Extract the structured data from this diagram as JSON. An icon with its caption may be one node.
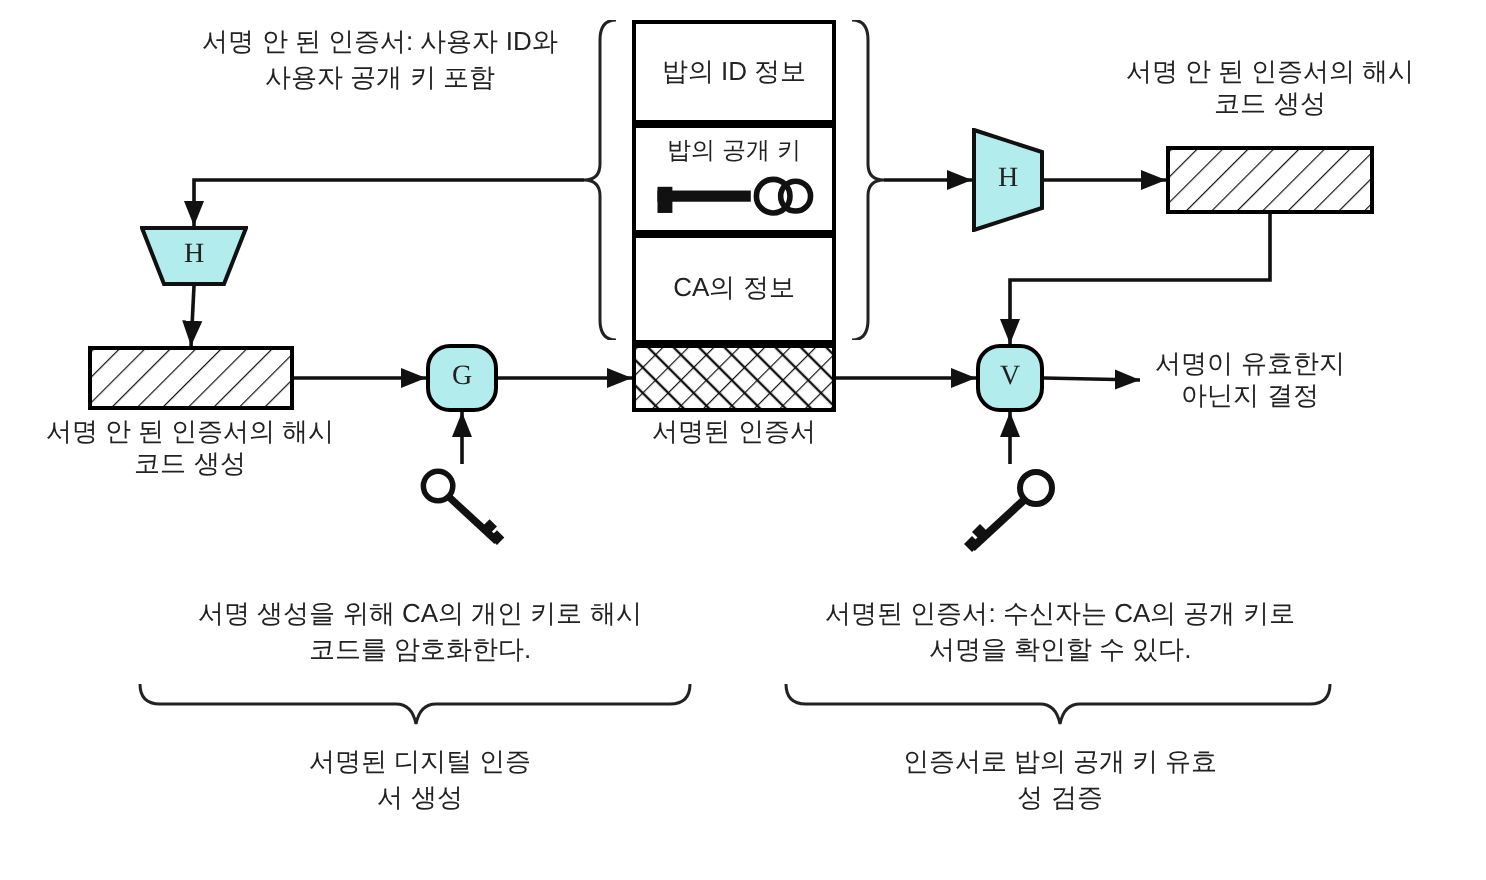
{
  "diagram": {
    "nodes": [
      {
        "text": [
          "밥의 ID 정보"
        ]
      },
      {
        "text": [
          "밥의 공개 키"
        ]
      },
      {
        "text": [
          "CA의 정보"
        ]
      },
      {
        "text": [],
        "shape": "bar",
        "beside": [
          "서명된 인증서"
        ]
      },
      {
        "text": [
          "H"
        ]
      },
      {
        "text": [],
        "shape": "bar",
        "beside": [
          "서명 안 된 인증서의 해시 코드 생성"
        ]
      },
      {
        "text": [
          "G"
        ]
      },
      {
        "text": [],
        "shape": "picture"
      },
      {
        "text": [
          "H"
        ]
      },
      {
        "text": [],
        "shape": "bar",
        "beside": [
          "서명 안 된 인증서의 해시코드 생성"
        ]
      },
      {
        "text": [
          "V"
        ]
      },
      {
        "text": [
          "서명이 유효한지 아닌지 결정"
        ]
      },
      {
        "text": [],
        "shape": "picture"
      },
      {
        "text": [],
        "shape": "brace"
      },
      {
        "text": [],
        "shape": "brace"
      }
    ],
    "edges": [
      {
        "from": 13,
        "to": 4,
        "arrow": "to"
      },
      {
        "from": 4,
        "to": 5,
        "arrow": "to"
      },
      {
        "from": 5,
        "to": 6,
        "arrow": "to"
      },
      {
        "from": 6,
        "to": 3,
        "arrow": "to"
      },
      {
        "from": 7,
        "to": 6,
        "arrow": "to"
      },
      {
        "from": 14,
        "to": 8,
        "arrow": "to"
      },
      {
        "from": 8,
        "to": 9,
        "arrow": "to"
      },
      {
        "from": 9,
        "to": 10,
        "arrow": "to"
      },
      {
        "from": 3,
        "to": 10,
        "arrow": "to"
      },
      {
        "from": 10,
        "to": 11,
        "arrow": "to"
      },
      {
        "from": 12,
        "to": 10,
        "arrow": "to"
      }
    ],
    "labels": [
      "서명 안 된 인증서: 사용자 ID와 사용자 공개 키 포함",
      "서명 생성을 위해 CA의 개인 키로 해시 코드를 암호화한다.",
      "서명된 디지털 인증서 생성",
      "서명된 인증서: 수신자는 CA의 공개 키로 서명을 확인할 수 있다.",
      "인증서로 밥의 공개 키 유효성 검증"
    ]
  }
}
